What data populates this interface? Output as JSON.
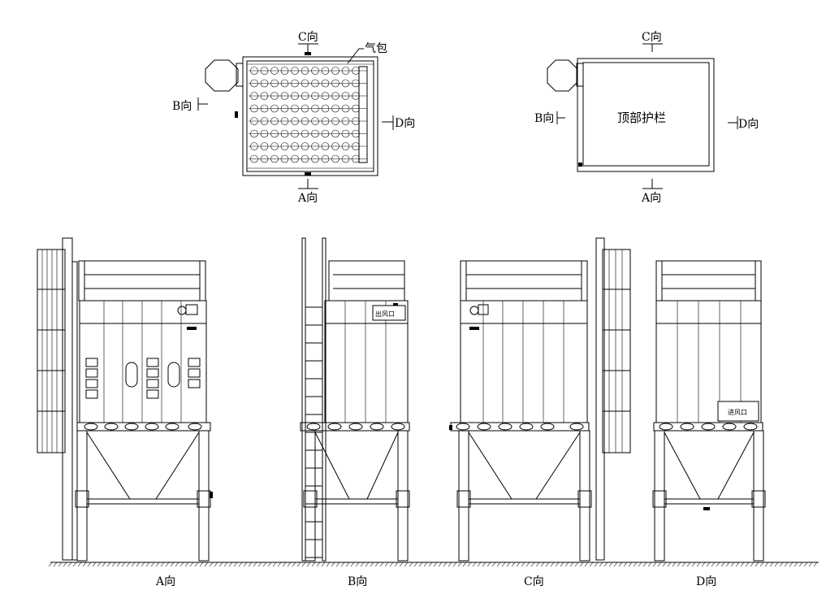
{
  "plan_views": {
    "left": {
      "label_top": "C向",
      "label_left": "B向",
      "label_right": "D向",
      "label_bottom": "A向",
      "callout": "气包"
    },
    "right": {
      "label_top": "C向",
      "label_left": "B向",
      "label_right": "D向",
      "label_bottom": "A向",
      "center_text": "顶部护栏"
    }
  },
  "elevations": [
    {
      "caption": "A向"
    },
    {
      "caption": "B向",
      "panel_label": "出风口"
    },
    {
      "caption": "C向"
    },
    {
      "caption": "D向",
      "panel_label": "进风口"
    }
  ]
}
